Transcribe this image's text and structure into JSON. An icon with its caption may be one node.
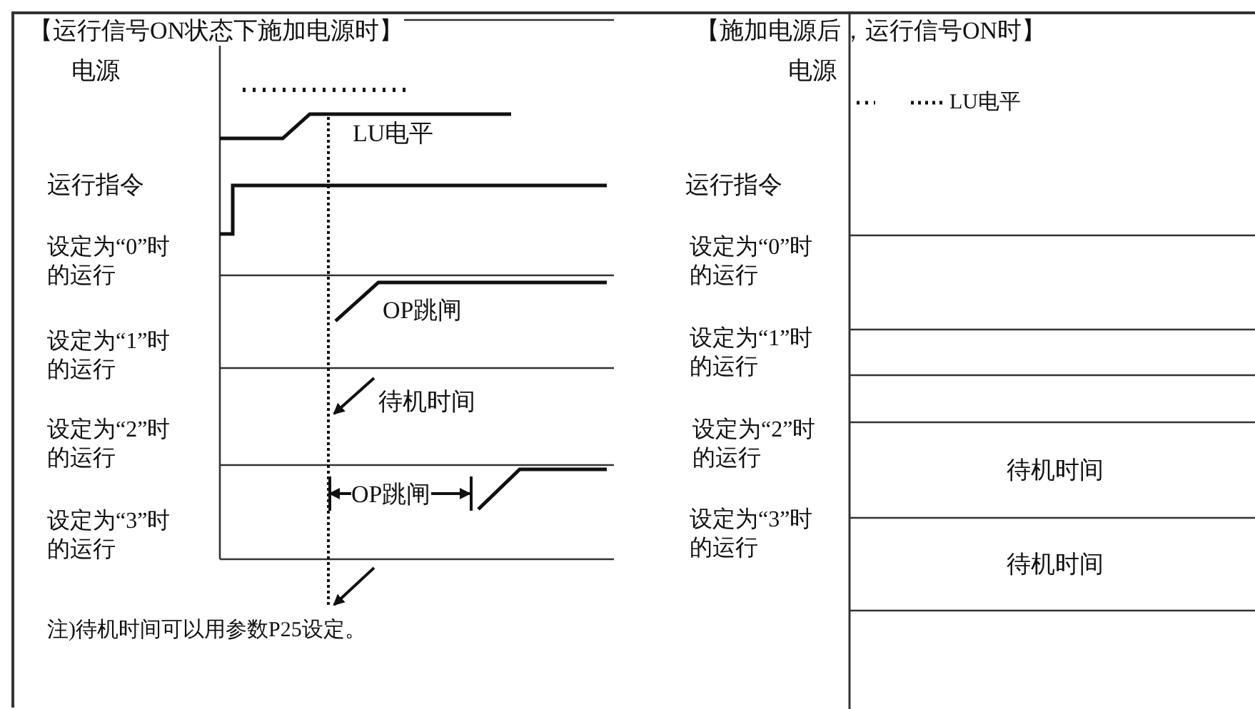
{
  "diagram": {
    "labels": [
      "【运行信号ON状态下施加电源时】",
      "电源",
      "LU电平",
      "运行指令",
      "设定为“0”时的运行",
      "OP跳闸",
      "设定为“1”时的运行",
      "待机时间",
      "设定为“2”时的运行",
      "OP跳闸",
      "设定为“3”时的运行",
      "注)待机时间可以用参数P25设定。",
      "【施加电源后，运行信号ON时】",
      "电源",
      "LU电平",
      "运行指令",
      "设定为“0”时的运行",
      "设定为“1”时的运行",
      "设定为“2”时的运行",
      "待机时间",
      "设定为“3”时的运行",
      "待机时间"
    ]
  }
}
